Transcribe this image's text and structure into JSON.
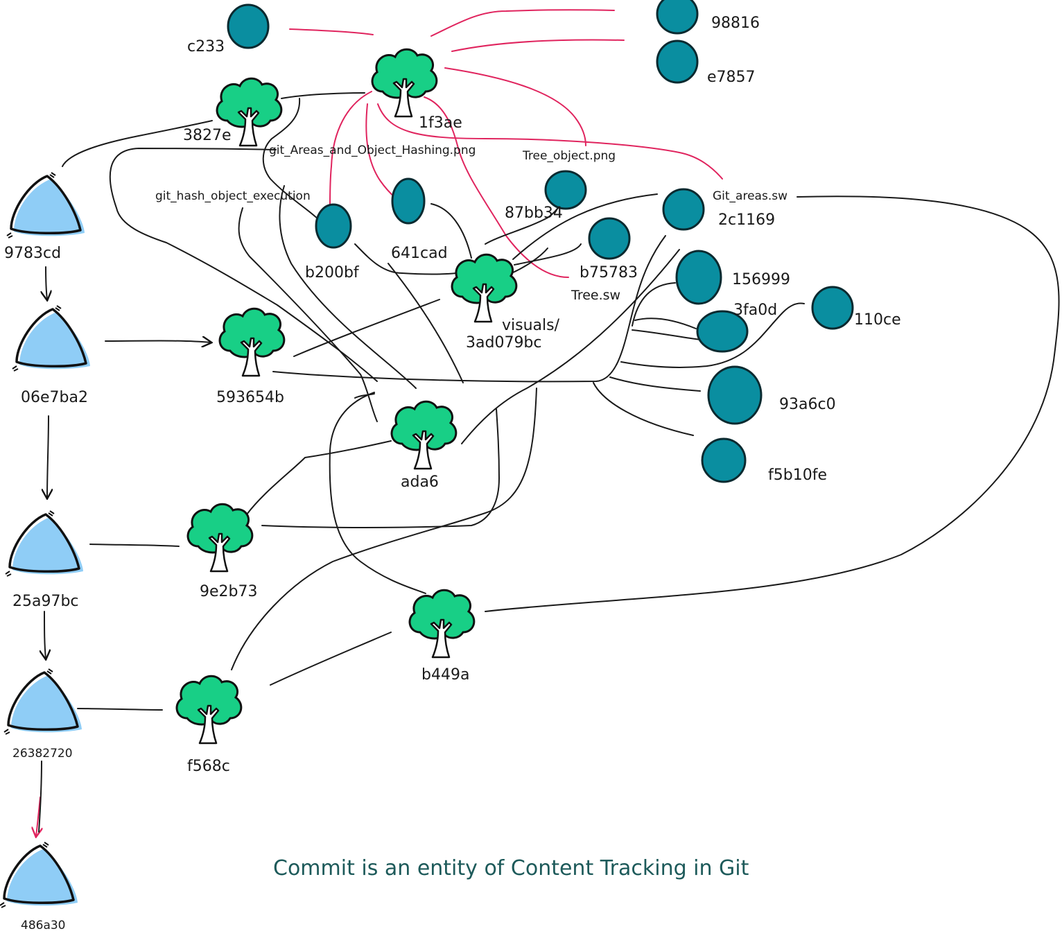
{
  "caption": "Commit is an entity of Content Tracking in Git",
  "commits": [
    {
      "id": "c1",
      "label": "9783cd"
    },
    {
      "id": "c2",
      "label": "06e7ba2"
    },
    {
      "id": "c3",
      "label": "25a97bc"
    },
    {
      "id": "c4",
      "label": "26382720"
    },
    {
      "id": "c5",
      "label": "486a30"
    }
  ],
  "trees": [
    {
      "id": "t1",
      "label": "1f3ae"
    },
    {
      "id": "t2",
      "label": "3827e"
    },
    {
      "id": "t3",
      "label": "593654b"
    },
    {
      "id": "t4",
      "label": "visuals/\n3ad079bc"
    },
    {
      "id": "t5",
      "label": "ada6"
    },
    {
      "id": "t6",
      "label": "9e2b73"
    },
    {
      "id": "t7",
      "label": "b449a"
    },
    {
      "id": "t8",
      "label": "f568c"
    }
  ],
  "blobs": [
    {
      "id": "b1",
      "label": "c233"
    },
    {
      "id": "b2",
      "label": "98816"
    },
    {
      "id": "b3",
      "label": "e7857"
    },
    {
      "id": "b4",
      "label": "641cad"
    },
    {
      "id": "b5",
      "label": "b200bf"
    },
    {
      "id": "b6",
      "label": "87bb34"
    },
    {
      "id": "b7",
      "label": "b75783"
    },
    {
      "id": "b8",
      "label": "2c1169"
    },
    {
      "id": "b9",
      "label": "156999"
    },
    {
      "id": "b10",
      "label": "3fa0d"
    },
    {
      "id": "b11",
      "label": "110ce"
    },
    {
      "id": "b12",
      "label": "93a6c0"
    },
    {
      "id": "b13",
      "label": "f5b10fe"
    }
  ],
  "filenames": [
    {
      "id": "f1",
      "label": "git_Areas_and_Object_Hashing.png"
    },
    {
      "id": "f2",
      "label": "Tree_object.png"
    },
    {
      "id": "f3",
      "label": "git_hash_object_execution"
    },
    {
      "id": "f4",
      "label": "Git_areas.sw"
    },
    {
      "id": "f5",
      "label": "Tree.sw"
    }
  ],
  "colors": {
    "commit_fill": "#8fcdf6",
    "tree_canopy": "#18cf86",
    "blob_fill": "#0a8ea0",
    "red_link": "#e0245e",
    "caption": "#1d5a5a"
  }
}
